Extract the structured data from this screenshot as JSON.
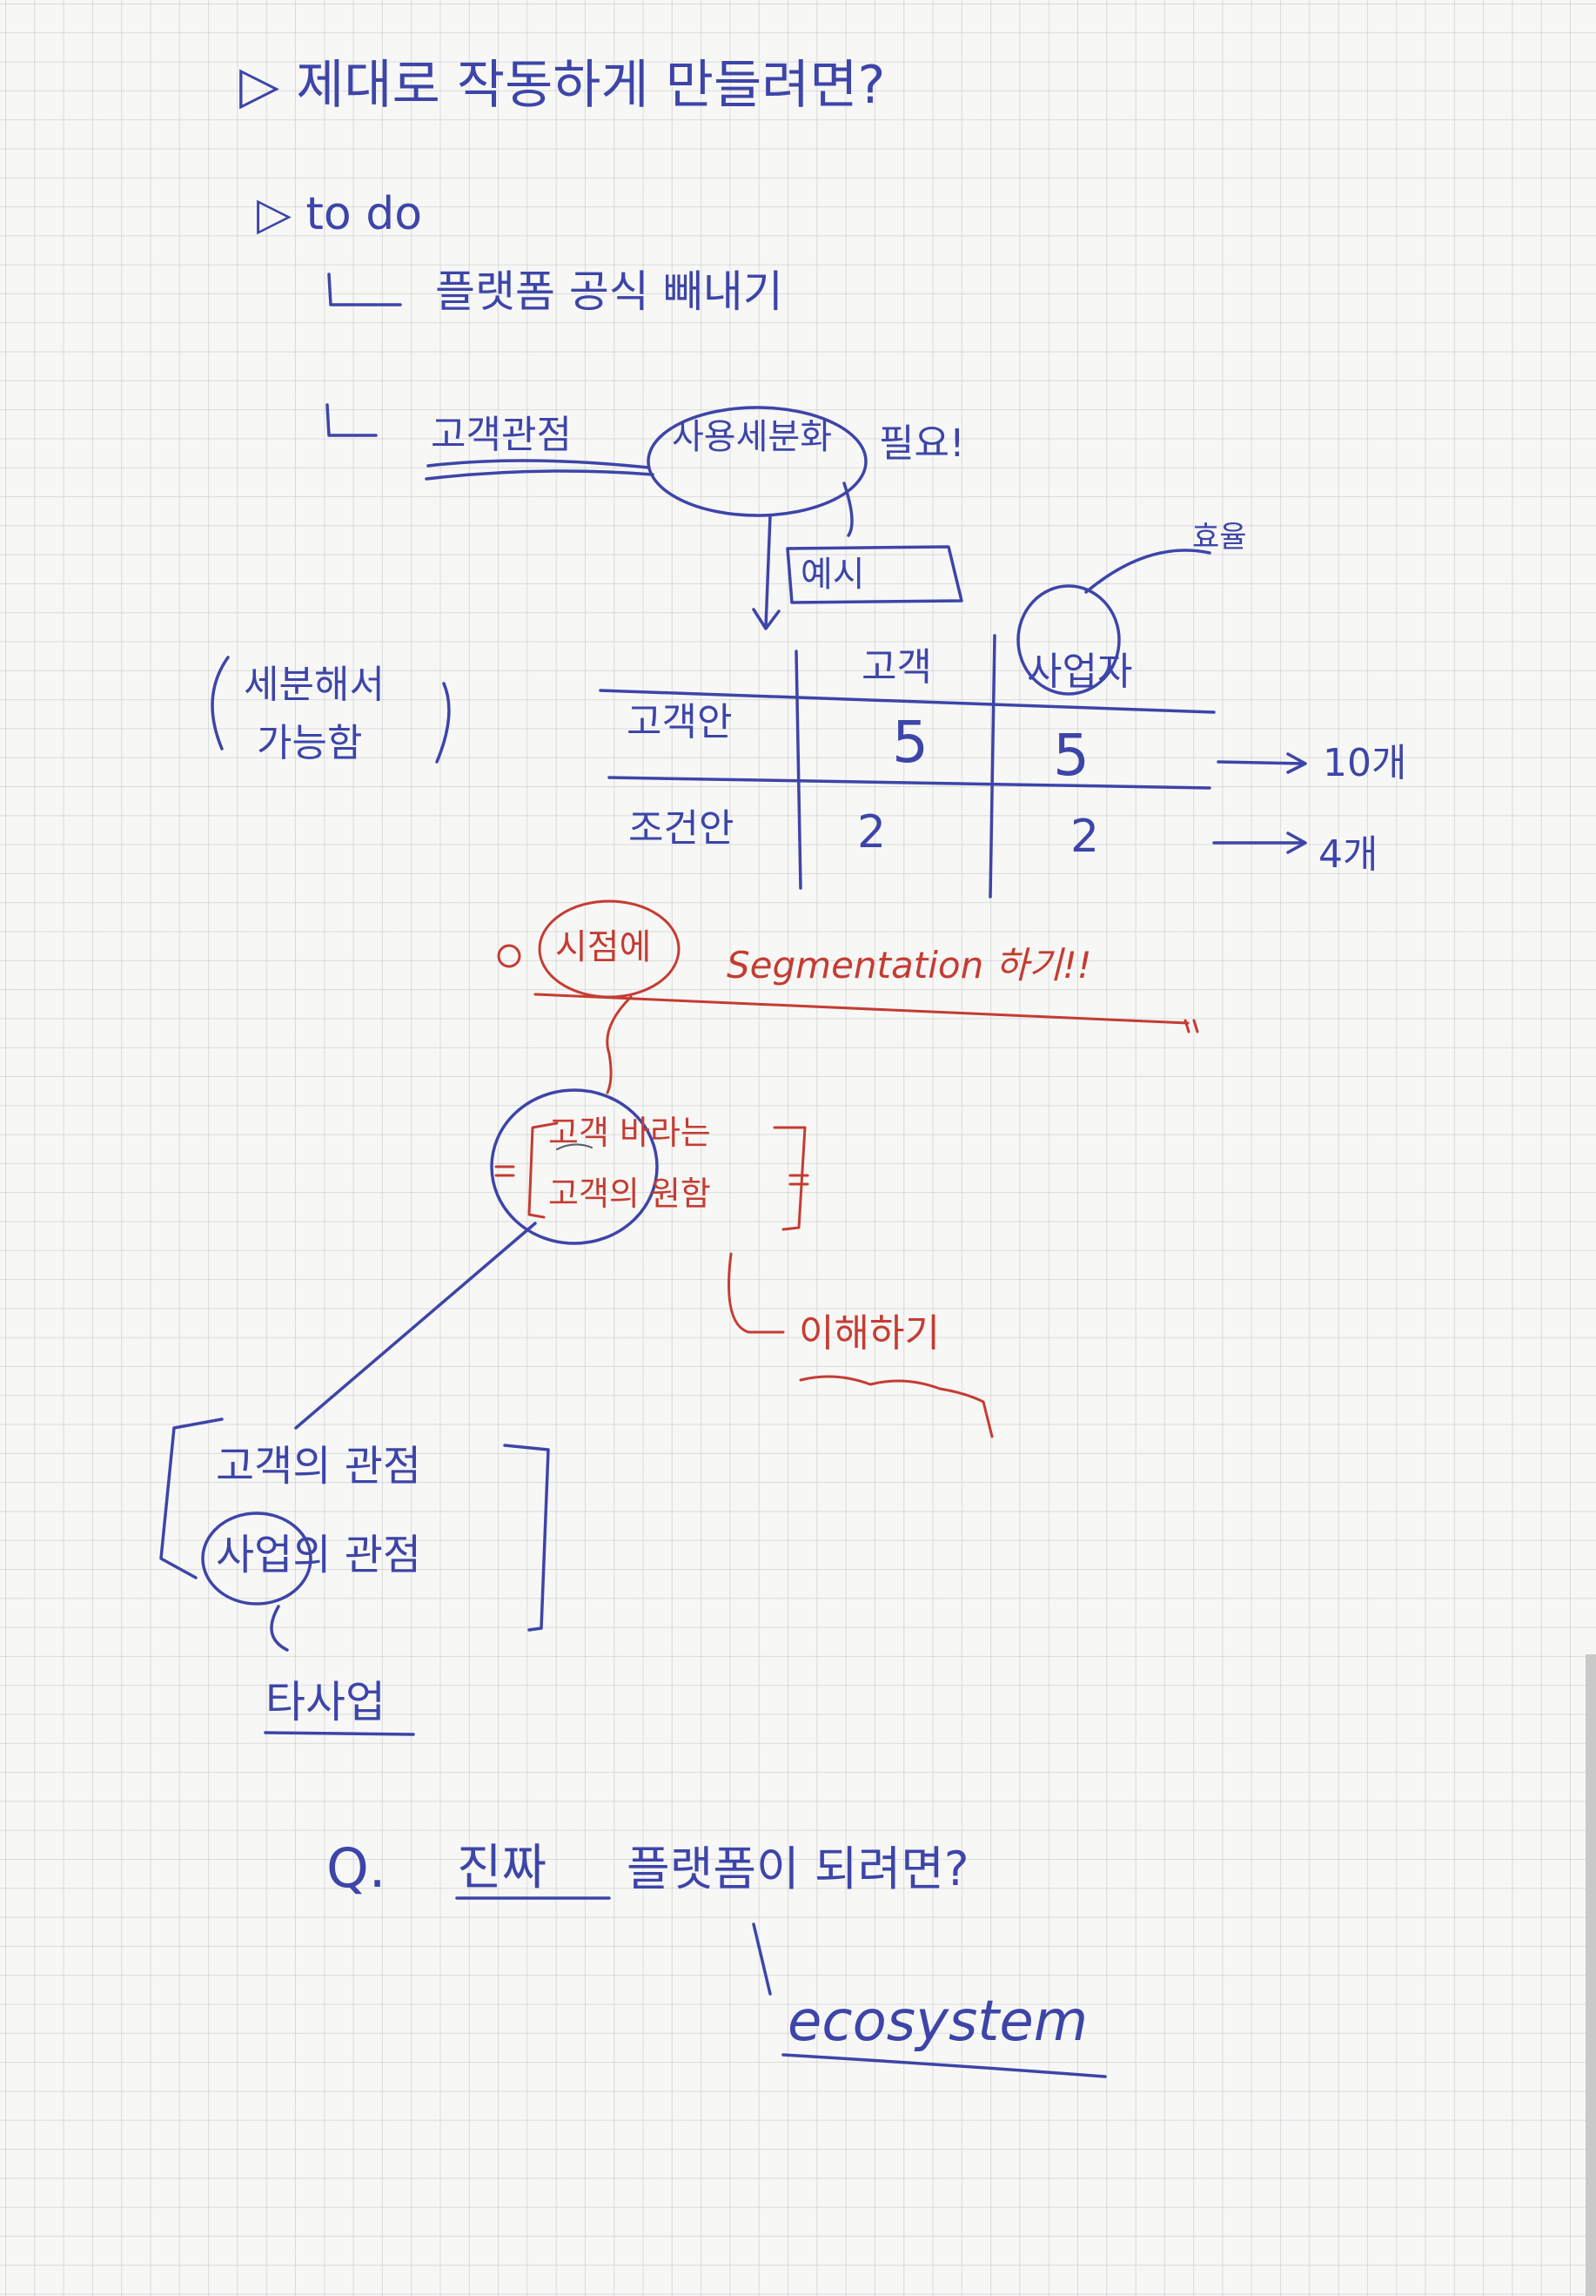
{
  "ink_colors": {
    "blue": "#3d45a8",
    "red": "#c43c33",
    "pencil": "#556677"
  },
  "lines": {
    "heading": "▷ 제대로 작동하게 만들려면?",
    "todo": "▷ to do",
    "todo_item_1": "플랫폼 공식 빼내기",
    "todo_item_2_a": "고객관점",
    "todo_item_2_b": "사용세분화",
    "todo_item_2_c": "필요!",
    "example_note": "예시",
    "side_note_1": "세분해서",
    "side_note_2": "가능함",
    "annotation_top": "효율"
  },
  "table": {
    "col_headers": [
      "고객",
      "사업자"
    ],
    "rows": [
      {
        "label": "고객안",
        "values": [
          "5",
          "5"
        ],
        "result": "10개"
      },
      {
        "label": "조건안",
        "values": [
          "2",
          "2"
        ],
        "result": "4개"
      }
    ]
  },
  "segmentation": {
    "marker": "○",
    "circled": "시점에",
    "note": "Segmentation 하기!!",
    "bracket_line_1": "고객 바라는",
    "bracket_line_2": "고객의 원함",
    "arrow_note": "이해하기"
  },
  "relations": {
    "line_1": "고객의 관점",
    "line_2": "사업의 관점",
    "label": "타사업"
  },
  "question": {
    "prefix": "Q.",
    "text_underlined": "진짜",
    "text_rest": "플랫폼이 되려면?",
    "answer": "ecosystem"
  }
}
